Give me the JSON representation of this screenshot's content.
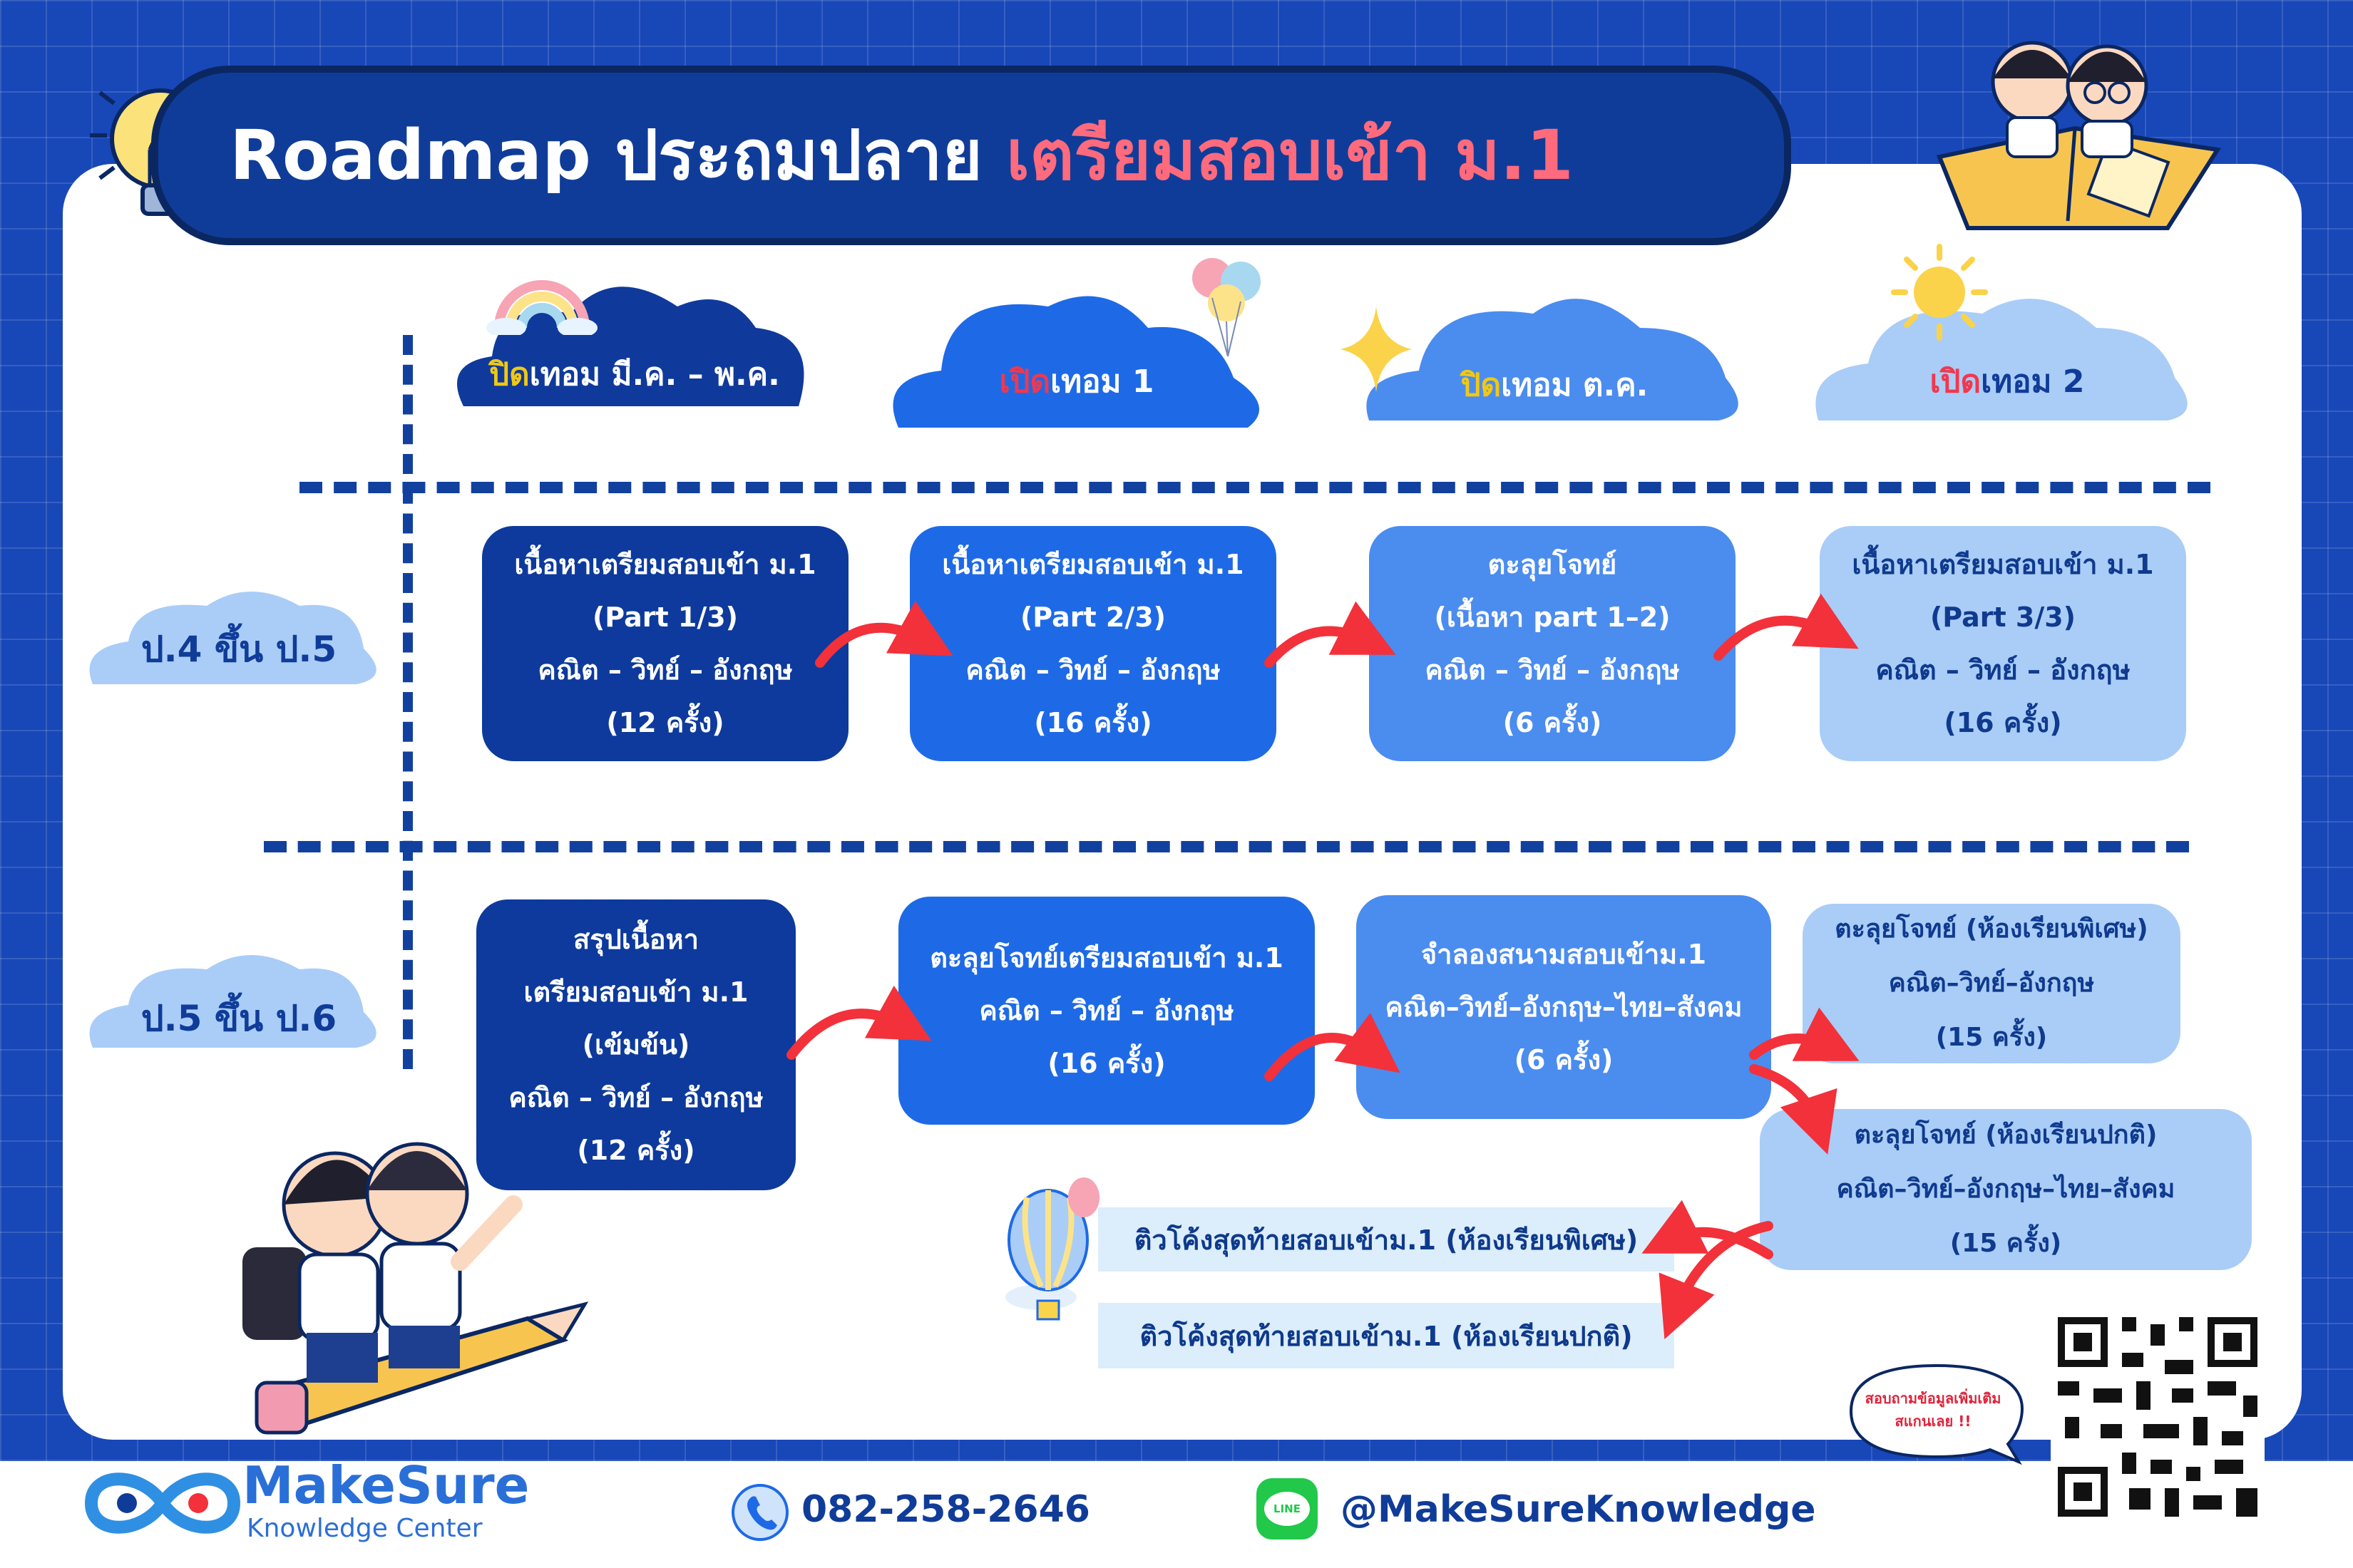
{
  "title": {
    "prefix": "Roadmap ประถมปลาย",
    "highlight": "เตรียมสอบเข้า ม.1"
  },
  "columns": [
    {
      "accent": "ปิด",
      "rest": "เทอม มี.ค. – พ.ค."
    },
    {
      "accent": "เปิด",
      "rest": "เทอม 1"
    },
    {
      "accent": "ปิด",
      "rest": "เทอม ต.ค."
    },
    {
      "accent": "เปิด",
      "rest": "เทอม 2"
    }
  ],
  "rows": [
    {
      "label": "ป.4 ขึ้น ป.5"
    },
    {
      "label": "ป.5 ขึ้น ป.6"
    }
  ],
  "row1_cards": [
    {
      "lines": [
        "เนื้อหาเตรียมสอบเข้า ม.1",
        "(Part 1/3)",
        "คณิต – วิทย์ – อังกฤษ",
        "(12 ครั้ง)"
      ]
    },
    {
      "lines": [
        "เนื้อหาเตรียมสอบเข้า ม.1",
        "(Part 2/3)",
        "คณิต – วิทย์ – อังกฤษ",
        "(16 ครั้ง)"
      ]
    },
    {
      "lines": [
        "ตะลุยโจทย์",
        "(เนื้อหา part 1–2)",
        "คณิต – วิทย์ – อังกฤษ",
        "(6 ครั้ง)"
      ]
    },
    {
      "lines": [
        "เนื้อหาเตรียมสอบเข้า ม.1",
        "(Part 3/3)",
        "คณิต – วิทย์ – อังกฤษ",
        "(16 ครั้ง)"
      ]
    }
  ],
  "row2_cards": [
    {
      "lines": [
        "สรุปเนื้อหา",
        "เตรียมสอบเข้า ม.1",
        "(เข้มข้น)",
        "คณิต – วิทย์ – อังกฤษ",
        "(12 ครั้ง)"
      ]
    },
    {
      "lines": [
        "ตะลุยโจทย์เตรียมสอบเข้า ม.1",
        "คณิต – วิทย์ – อังกฤษ",
        "(16 ครั้ง)"
      ]
    },
    {
      "lines": [
        "จำลองสนามสอบเข้าม.1",
        "คณิต–วิทย์–อังกฤษ–ไทย–สังคม",
        "(6 ครั้ง)"
      ]
    },
    {
      "lines": [
        "ตะลุยโจทย์ (ห้องเรียนพิเศษ)",
        "คณิต–วิทย์–อังกฤษ",
        "(15 ครั้ง)"
      ]
    },
    {
      "lines": [
        "ตะลุยโจทย์ (ห้องเรียนปกติ)",
        "คณิต–วิทย์–อังกฤษ–ไทย–สังคม",
        "(15 ครั้ง)"
      ]
    }
  ],
  "finals": [
    "ติวโค้งสุดท้ายสอบเข้าม.1 (ห้องเรียนพิเศษ)",
    "ติวโค้งสุดท้ายสอบเข้าม.1 (ห้องเรียนปกติ)"
  ],
  "speech_bubble": {
    "line1": "สอบถามข้อมูลเพิ่มเติม",
    "line2": "สแกนเลย !!"
  },
  "footer": {
    "brand": "MakeSure",
    "brand_sub": "Knowledge Center",
    "phone": "082-258-2646",
    "line_badge": "LINE",
    "line_id": "@MakeSureKnowledge"
  },
  "colors": {
    "background": "#1847b8",
    "navy": "#103c99",
    "card_dark": "#0d3a9c",
    "card_mid": "#1e6ae6",
    "card_light": "#4b8cef",
    "card_pale": "#a9cdf7",
    "arrow_red": "#f2313a",
    "highlight_pink": "#ff6b7d"
  },
  "icons": [
    "light-bulb-icon",
    "rainbow-icon",
    "balloons-icon",
    "sparkle-icon",
    "sun-icon",
    "hot-air-balloon-icon",
    "phone-icon",
    "line-app-icon",
    "qr-code",
    "kids-on-book-illustration",
    "kids-on-pencil-illustration",
    "brand-logo-icon"
  ]
}
